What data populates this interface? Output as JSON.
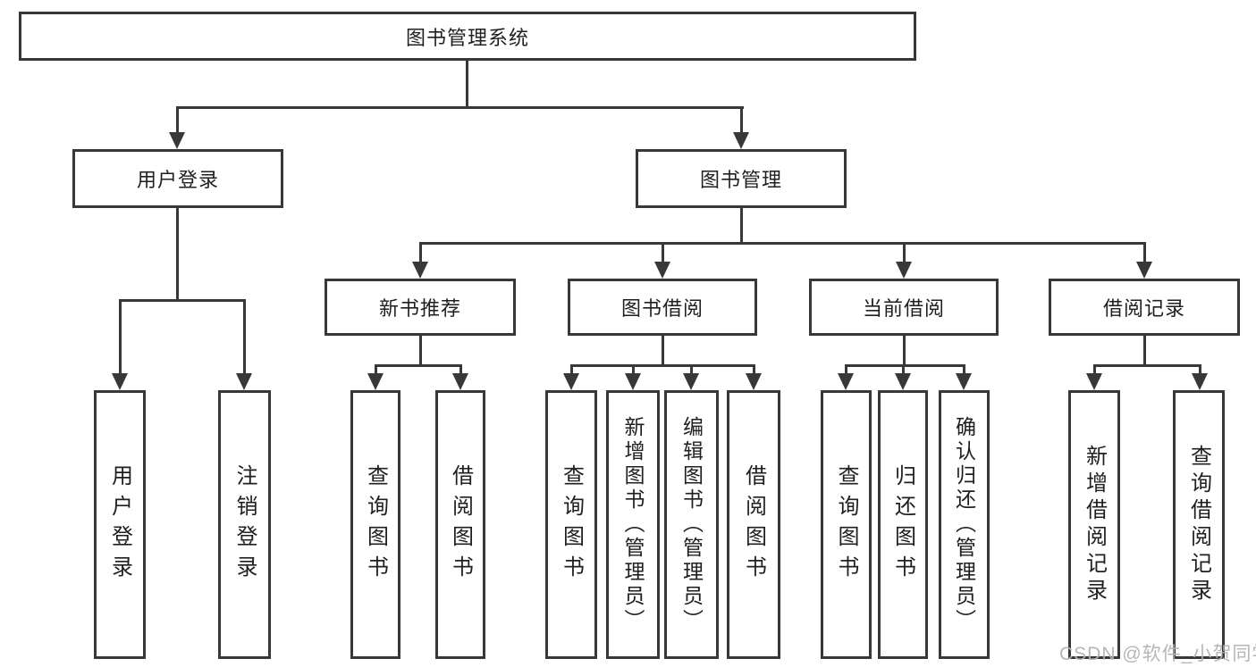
{
  "diagram": {
    "root": {
      "label": "图书管理系统"
    },
    "level2": {
      "user_login": {
        "label": "用户登录"
      },
      "book_mgmt": {
        "label": "图书管理"
      }
    },
    "level3": {
      "new_book_rec": {
        "label": "新书推荐"
      },
      "book_borrow": {
        "label": "图书借阅"
      },
      "current_borrow": {
        "label": "当前借阅"
      },
      "borrow_record": {
        "label": "借阅记录"
      }
    },
    "leaves": {
      "user_login_v": "用户登录",
      "logout": "注销登录",
      "query_book_1": "查询图书",
      "borrow_book_1": "借阅图书",
      "query_book_2": "查询图书",
      "add_book": "新增图书（管理员）",
      "edit_book": "编辑图书（管理员）",
      "borrow_book_2": "借阅图书",
      "query_book_3": "查询图书",
      "return_book": "归还图书",
      "confirm_return": "确认归还（管理员）",
      "add_borrow_record": "新增借阅记录",
      "query_borrow_record": "查询借阅记录"
    },
    "watermark": "CSDN @软件_小贺同学",
    "colors": {
      "line": "#383838",
      "text": "#1f1f1f",
      "watermark": "#b3b3b3",
      "background": "#ffffff"
    }
  }
}
